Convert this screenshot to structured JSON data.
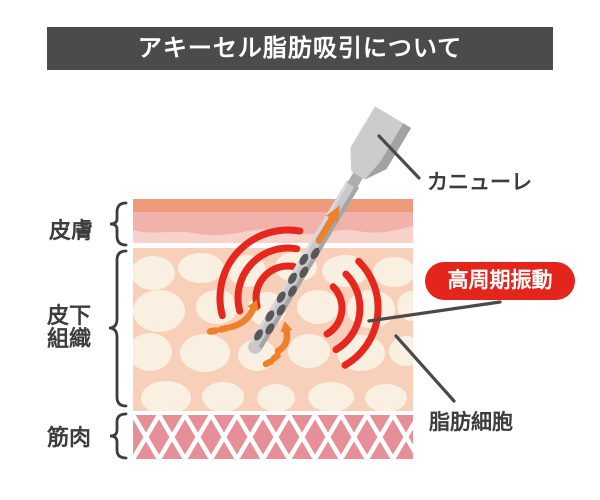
{
  "title_bar": {
    "title": "アキーセル脂肪吸引について"
  },
  "layer_labels": {
    "skin": "皮膚",
    "subcutaneous": [
      "皮下",
      "組織"
    ],
    "muscle": "筋肉"
  },
  "annotations": {
    "cannula": "カニューレ",
    "vibration": "高周期振動",
    "fat_cells": "脂肪細胞"
  },
  "colors": {
    "title_bar_bg": "#4b4b4b",
    "title_text": "#ffffff",
    "label_text": "#3d3d3d",
    "pointer_line": "#4a4a4a",
    "badge_bg": "#e3251c",
    "badge_text": "#ffffff",
    "vibration_wave_red": "#e5271d",
    "suction_arrow_orange": "#ee7f2b",
    "skin_surface": "#ec9a79",
    "dermis_pink": "#f0b2ab",
    "dermis_pink_light": "#f7d2cb",
    "subcutaneous_bg": "#f8cfb8",
    "fat_cell_cream": "#faf0e2",
    "muscle_rose": "#e78f99",
    "cannula_gray": "#c9c9c9"
  }
}
